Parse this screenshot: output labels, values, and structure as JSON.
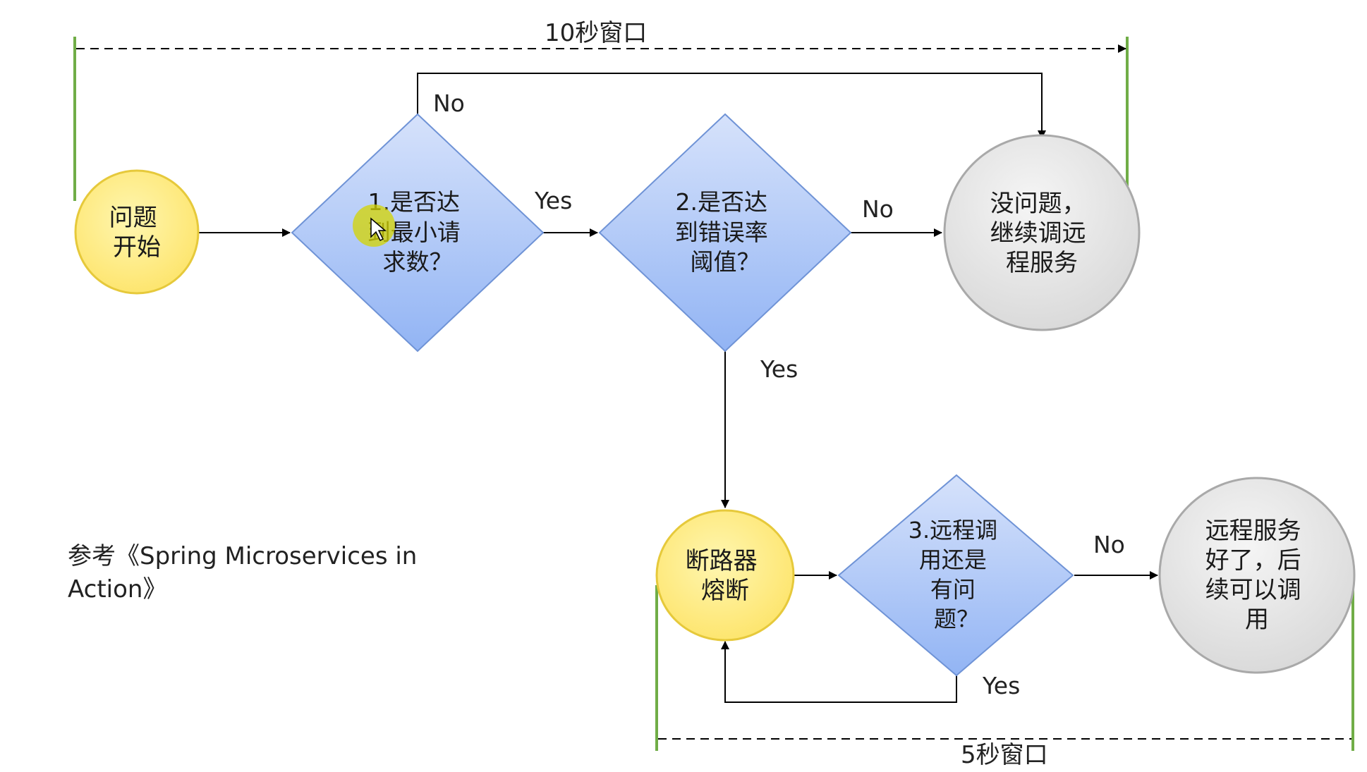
{
  "windows": {
    "top": "10秒窗口",
    "bottom": "5秒窗口"
  },
  "nodes": {
    "start": [
      "问题",
      "开始"
    ],
    "min_requests": [
      "1.是否达",
      "到最小请",
      "求数？"
    ],
    "error_rate": [
      "2.是否达",
      "到错误率",
      "阈值？"
    ],
    "ok_continue": [
      "没问题，",
      "继续调远",
      "程服务"
    ],
    "breaker_open": [
      "断路器",
      "熔断"
    ],
    "still_failing": [
      "3.远程调",
      "用还是",
      "有问",
      "题？"
    ],
    "recovered": [
      "远程服务",
      "好了，后",
      "续可以调",
      "用"
    ]
  },
  "edge_labels": {
    "min_no": "No",
    "min_yes": "Yes",
    "err_no": "No",
    "err_yes": "Yes",
    "fail_no": "No",
    "fail_yes": "Yes"
  },
  "reference": [
    "参考《Spring Microservices in",
    "Action》"
  ],
  "colors": {
    "circle_yellow_fill": "#fdee86",
    "circle_yellow_stroke": "#e6c93b",
    "diamond_top": "#d6e2fb",
    "diamond_bottom": "#92b4f4",
    "diamond_stroke": "#6f93d6",
    "circle_gray_fill": "#e4e4e4",
    "circle_gray_stroke": "#a9a9a9",
    "green_bar": "#70ad47",
    "cursor": "#d4d400"
  }
}
